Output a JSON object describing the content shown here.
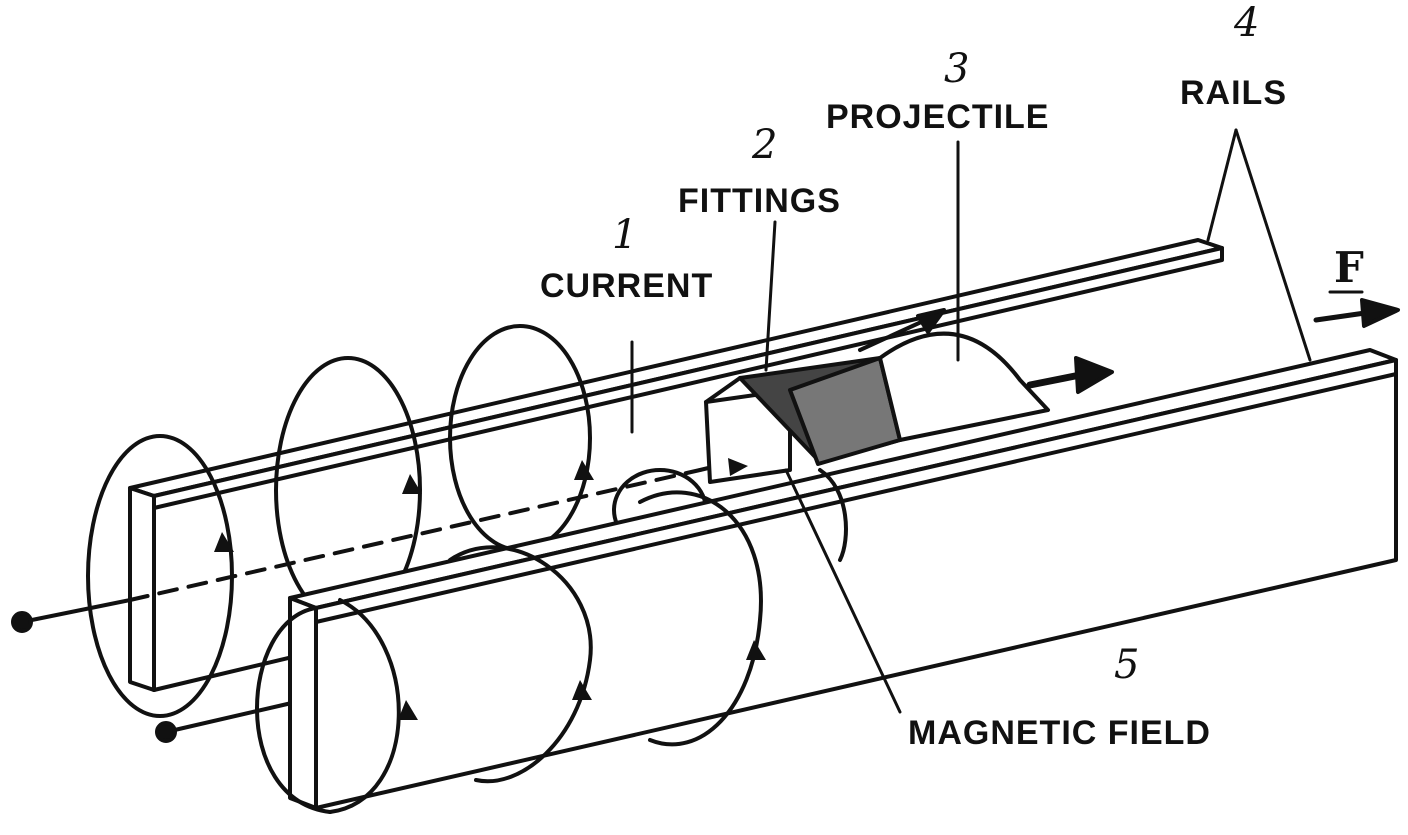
{
  "labels": {
    "current": "CURRENT",
    "fittings": "FITTINGS",
    "projectile": "PROJECTILE",
    "rails": "RAILS",
    "magnetic_field": "MAGNETIC FIELD",
    "force": "F"
  },
  "numbers": {
    "n1": "1",
    "n2": "2",
    "n3": "3",
    "n4": "4",
    "n5": "5"
  },
  "colors": {
    "ink": "#111111",
    "paper": "#ffffff",
    "shade": "#555555"
  }
}
